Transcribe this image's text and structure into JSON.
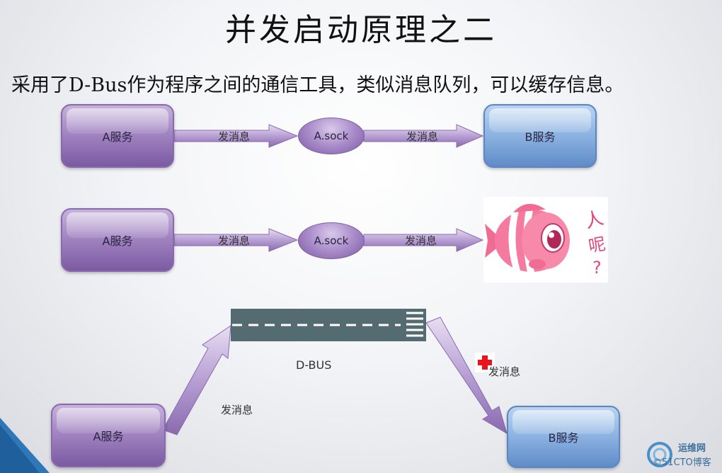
{
  "title": "并发启动原理之二",
  "subtitle": "采用了D-Bus作为程序之间的通信工具，类似消息队列，可以缓存信息。",
  "row1": {
    "service_a": "A服务",
    "arrow1_label": "发消息",
    "socket": "A.sock",
    "arrow2_label": "发消息",
    "service_b": "B服务"
  },
  "row2": {
    "service_a": "A服务",
    "arrow1_label": "发消息",
    "socket": "A.sock",
    "arrow2_label": "发消息",
    "fish_text": "人呢?"
  },
  "row3": {
    "bus_label": "D-BUS",
    "service_a": "A服务",
    "arrow_up_label": "发消息",
    "arrow_down_label": "发消息",
    "service_b": "B服务"
  },
  "watermark": {
    "line1": "运维网",
    "line2": "©51CTO博客"
  },
  "colors": {
    "purple_box": "#9a7bbd",
    "blue_box": "#8fb5e3",
    "bus": "#546b72",
    "arrow": "#b9a4d4"
  }
}
